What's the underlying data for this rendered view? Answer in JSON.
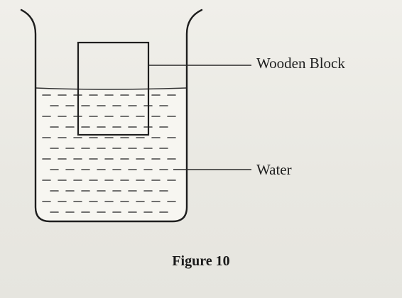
{
  "figure": {
    "caption": "Figure 10",
    "labels": {
      "wooden_block": "Wooden Block",
      "water": "Water"
    }
  },
  "colors": {
    "ink": "#1e1e1e",
    "water_fill": "#f7f6f1",
    "dash": "#444444",
    "leader_line": "#2a2a2a"
  }
}
